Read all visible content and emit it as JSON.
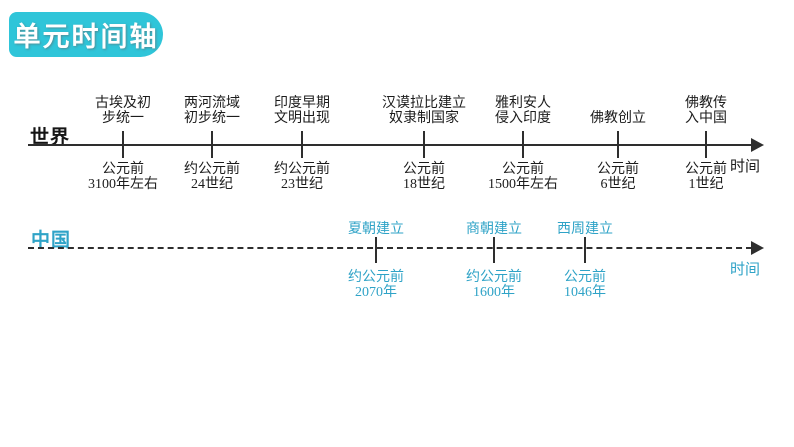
{
  "title": {
    "text": "单元时间轴"
  },
  "colors": {
    "badge": "#2fc5d9",
    "china": "#2fa3c7",
    "world_text": "#1c1c1c",
    "line": "#2e2e2e"
  },
  "world": {
    "label": "世界",
    "time_label": "时间",
    "events": [
      {
        "name": "古埃及初\n步统一",
        "date": "公元前\n3100年左右"
      },
      {
        "name": "两河流域\n初步统一",
        "date": "约公元前\n24世纪"
      },
      {
        "name": "印度早期\n文明出现",
        "date": "约公元前\n23世纪"
      },
      {
        "name": "汉谟拉比建立\n奴隶制国家",
        "date": "公元前\n18世纪"
      },
      {
        "name": "雅利安人\n侵入印度",
        "date": "公元前\n1500年左右"
      },
      {
        "name": "佛教创立",
        "date": "公元前\n6世纪"
      },
      {
        "name": "佛教传\n入中国",
        "date": "公元前\n1世纪"
      }
    ]
  },
  "china": {
    "label": "中国",
    "time_label": "时间",
    "events": [
      {
        "name": "夏朝建立",
        "date": "约公元前\n2070年"
      },
      {
        "name": "商朝建立",
        "date": "约公元前\n1600年"
      },
      {
        "name": "西周建立",
        "date": "公元前\n1046年"
      }
    ]
  }
}
